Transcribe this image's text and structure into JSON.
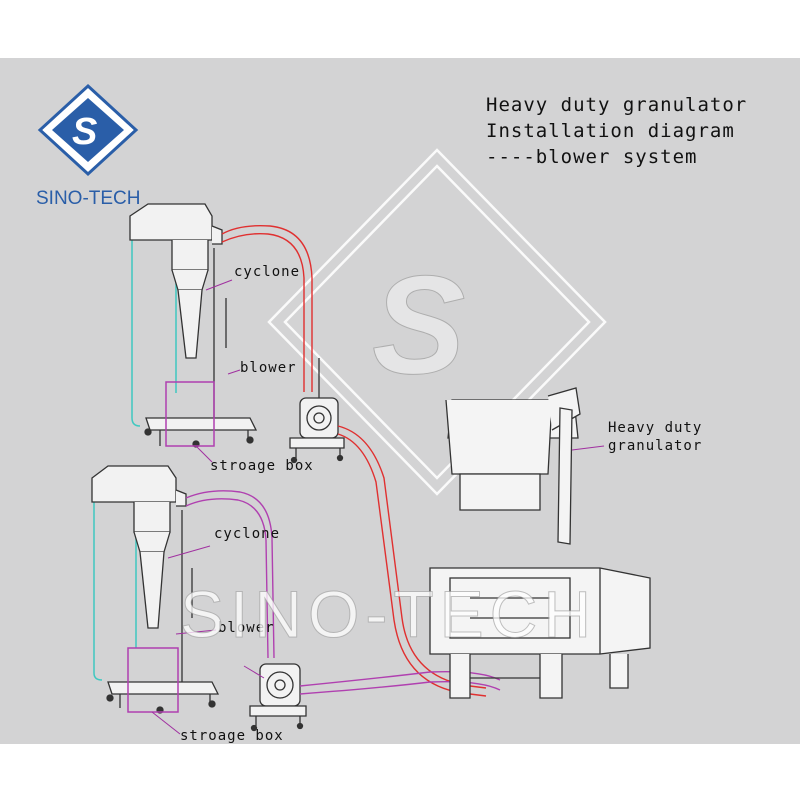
{
  "logo": {
    "text": "SINO-TECH",
    "color": "#2a5ea8",
    "icon": "sino-tech-s-logo"
  },
  "title": {
    "line1": "Heavy duty granulator",
    "line2": "Installation diagram",
    "line3": "----blower system"
  },
  "upper_system": {
    "cyclone_label": "cyclone",
    "blower_label": "blower",
    "storage_label": "stroage box",
    "pipe_color": "#e03030"
  },
  "lower_system": {
    "cyclone_label": "cyclone",
    "blower_label": "blower",
    "storage_label": "stroage box",
    "pipe_color": "#b040b0"
  },
  "granulator": {
    "label_line1": "Heavy duty",
    "label_line2": "granulator"
  },
  "watermark": {
    "text": "SINO-TECH"
  },
  "colors": {
    "background": "#d3d3d4",
    "outline": "#333333",
    "leader": "#a030a0",
    "column": "#40c8c0"
  }
}
